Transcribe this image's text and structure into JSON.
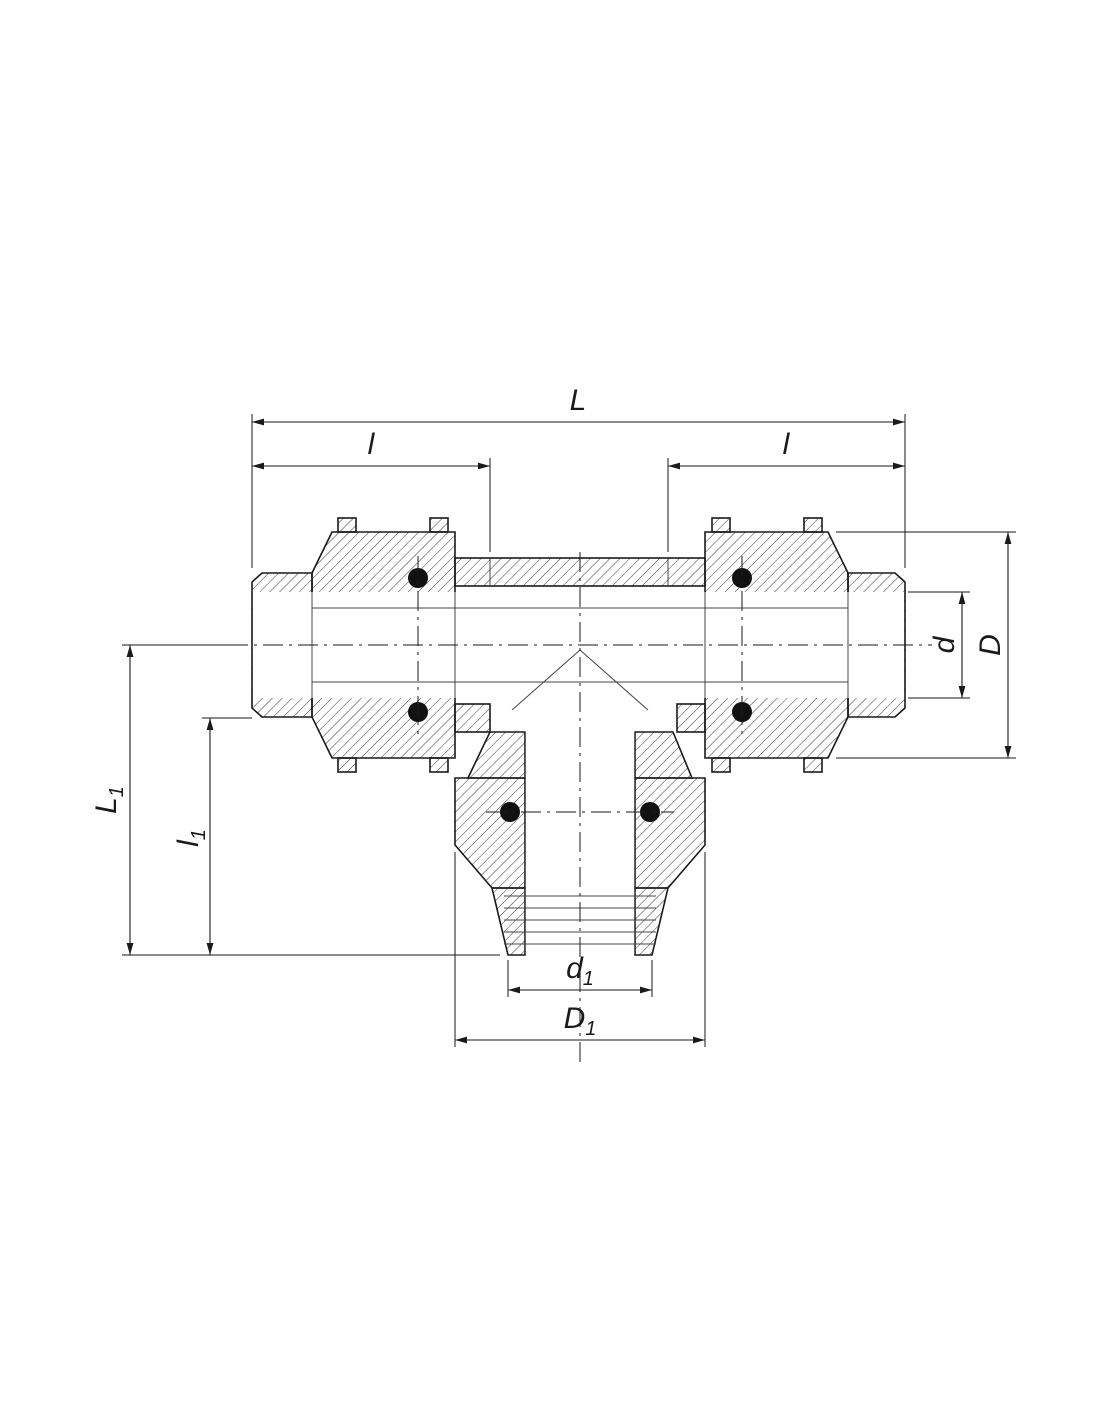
{
  "drawing": {
    "background": "#ffffff",
    "line_color": "#1a1a1a",
    "dims": {
      "L": {
        "label": "L",
        "sub": ""
      },
      "l_left": {
        "label": "l",
        "sub": ""
      },
      "l_right": {
        "label": "l",
        "sub": ""
      },
      "D": {
        "label": "D",
        "sub": ""
      },
      "d": {
        "label": "d",
        "sub": ""
      },
      "L1": {
        "label": "L",
        "sub": "1"
      },
      "l1": {
        "label": "l",
        "sub": "1"
      },
      "d1": {
        "label": "d",
        "sub": "1"
      },
      "D1": {
        "label": "D",
        "sub": "1"
      }
    }
  }
}
